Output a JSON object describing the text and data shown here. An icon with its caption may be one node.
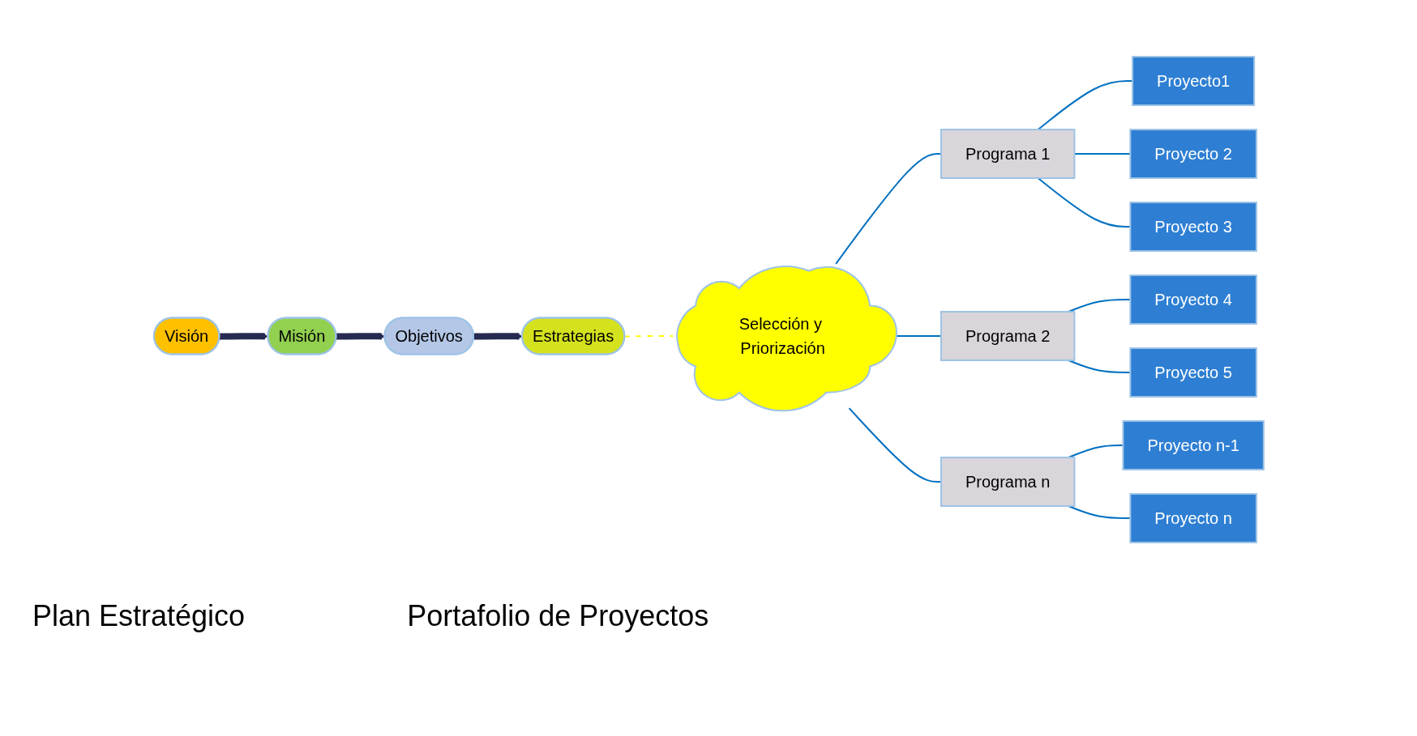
{
  "diagram": {
    "nodes": [
      {
        "text": [
          "Visión"
        ]
      },
      {
        "text": [
          "Misión"
        ]
      },
      {
        "text": [
          "Objetivos"
        ]
      },
      {
        "text": [
          "Estrategias"
        ]
      },
      {
        "text": [
          "Selección y Priorización"
        ]
      },
      {
        "text": [
          "Programa 1"
        ]
      },
      {
        "text": [
          "Programa 2"
        ]
      },
      {
        "text": [
          "Programa  n"
        ]
      },
      {
        "text": [
          "Proyecto1"
        ]
      },
      {
        "text": [
          "Proyecto 2"
        ]
      },
      {
        "text": [
          "Proyecto 3"
        ]
      },
      {
        "text": [
          "Proyecto 4"
        ]
      },
      {
        "text": [
          "Proyecto 5"
        ]
      },
      {
        "text": [
          "Proyecto n-1"
        ]
      },
      {
        "text": [
          "Proyecto n"
        ]
      }
    ],
    "edges": [
      {
        "from": 0,
        "to": 1,
        "arrow": "to",
        "style": "thick",
        "color": "#262a50"
      },
      {
        "from": 1,
        "to": 2,
        "arrow": "to",
        "style": "thick",
        "color": "#262a50"
      },
      {
        "from": 2,
        "to": 3,
        "arrow": "to",
        "style": "thick",
        "color": "#262a50"
      },
      {
        "from": 3,
        "to": 4,
        "arrow": "none",
        "style": "dashed",
        "color": "#ffff00"
      },
      {
        "from": 4,
        "to": 5,
        "arrow": "none"
      },
      {
        "from": 4,
        "to": 6,
        "arrow": "none"
      },
      {
        "from": 4,
        "to": 7,
        "arrow": "none"
      },
      {
        "from": 5,
        "to": 8,
        "arrow": "none"
      },
      {
        "from": 5,
        "to": 9,
        "arrow": "none"
      },
      {
        "from": 5,
        "to": 10,
        "arrow": "none"
      },
      {
        "from": 6,
        "to": 11,
        "arrow": "none"
      },
      {
        "from": 6,
        "to": 12,
        "arrow": "none"
      },
      {
        "from": 7,
        "to": 13,
        "arrow": "none"
      },
      {
        "from": 7,
        "to": 14,
        "arrow": "none"
      }
    ],
    "labels": [
      "Plan Estratégico",
      "Portafolio de Proyectos"
    ]
  }
}
